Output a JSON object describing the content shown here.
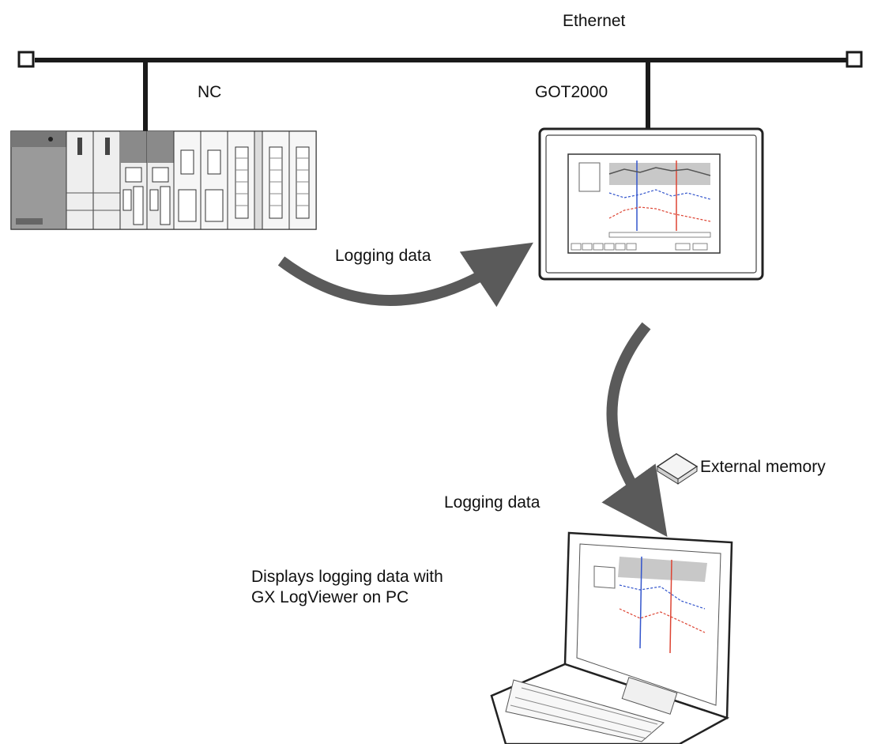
{
  "network": {
    "label": "Ethernet"
  },
  "nc": {
    "label": "NC"
  },
  "got": {
    "label": "GOT2000"
  },
  "flow": {
    "nc_to_got_label": "Logging data",
    "got_to_pc_label": "Logging data"
  },
  "external_memory": {
    "label": "External memory"
  },
  "pc": {
    "description_line1": "Displays logging data with",
    "description_line2": "GX LogViewer on PC"
  },
  "colors": {
    "line": "#1a1a1a",
    "arrow": "#5a5a5a",
    "module_dark": "#8a8a8a",
    "module_light": "#eeeeee",
    "screen_band": "#c8c8c8",
    "trend_blue": "#3355cc",
    "trend_red": "#dd4433"
  }
}
